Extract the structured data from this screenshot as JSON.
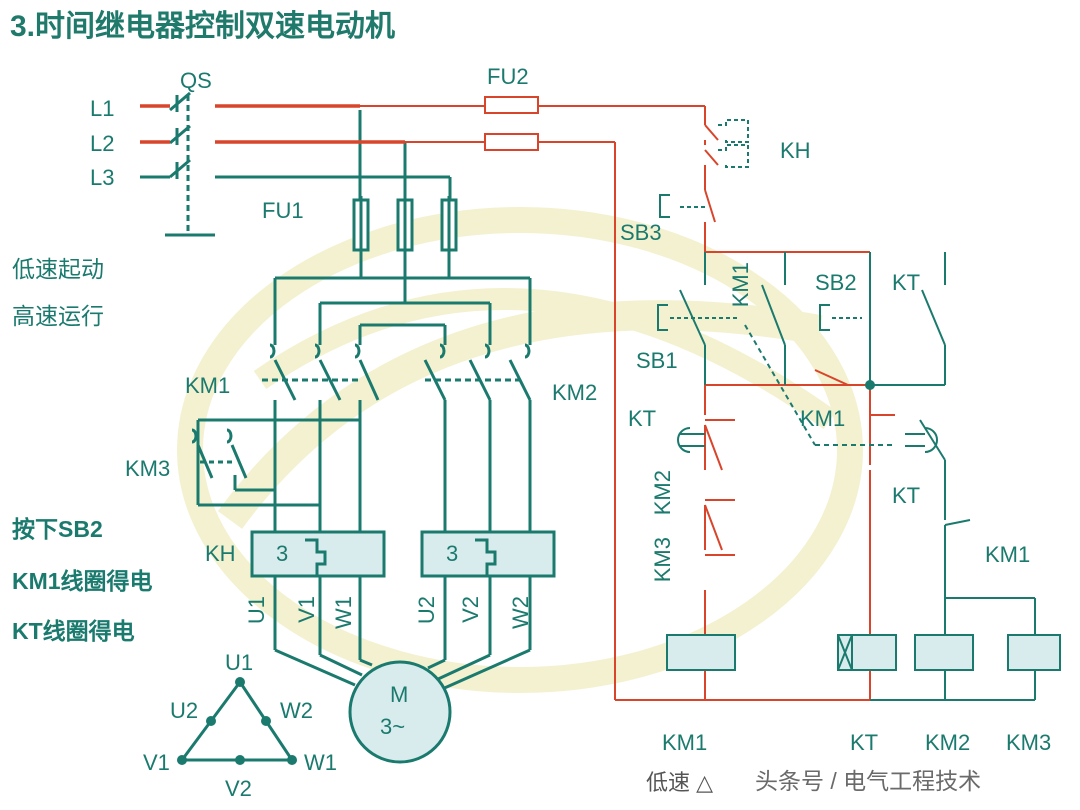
{
  "title": "3.时间继电器控制双速电动机",
  "side_notes": {
    "low_start": "低速起动",
    "high_run": "高速运行",
    "press": "按下SB2",
    "km1_coil": "KM1线圈得电",
    "kt_coil": "KT线圈得电"
  },
  "labels": {
    "qs": "QS",
    "fu2": "FU2",
    "l1": "L1",
    "l2": "L2",
    "l3": "L3",
    "kh_top": "KH",
    "fu1": "FU1",
    "sb3": "SB3",
    "km1_vert": "KM1",
    "sb2": "SB2",
    "kt_top": "KT",
    "sb1": "SB1",
    "km1_main": "KM1",
    "km2_main": "KM2",
    "kt_left": "KT",
    "km1_mid": "KM1",
    "km3_side": "KM3",
    "km2_vert": "KM2",
    "km3_vert": "KM3",
    "kt_right": "KT",
    "km1_right": "KM1",
    "kh_left": "KH",
    "relay_num_1": "3",
    "relay_num_2": "3",
    "u1": "U1",
    "v1": "V1",
    "w1": "W1",
    "u2": "U2",
    "v2": "V2",
    "w2": "W2",
    "motor_m": "M",
    "motor_phase": "3~",
    "tri_u1": "U1",
    "tri_u2": "U2",
    "tri_w2": "W2",
    "tri_v1": "V1",
    "tri_w1": "W1",
    "tri_v2": "V2",
    "coil_km1": "KM1",
    "coil_kt": "KT",
    "coil_km2": "KM2",
    "coil_km3": "KM3"
  },
  "footer": {
    "status": "低速 △",
    "watermark": "头条号 / 电气工程技术"
  },
  "colors": {
    "teal": "#1b7a6e",
    "red": "#d9452b",
    "box_fill": "#d8ecee",
    "watermark": "#f3f0c8"
  }
}
